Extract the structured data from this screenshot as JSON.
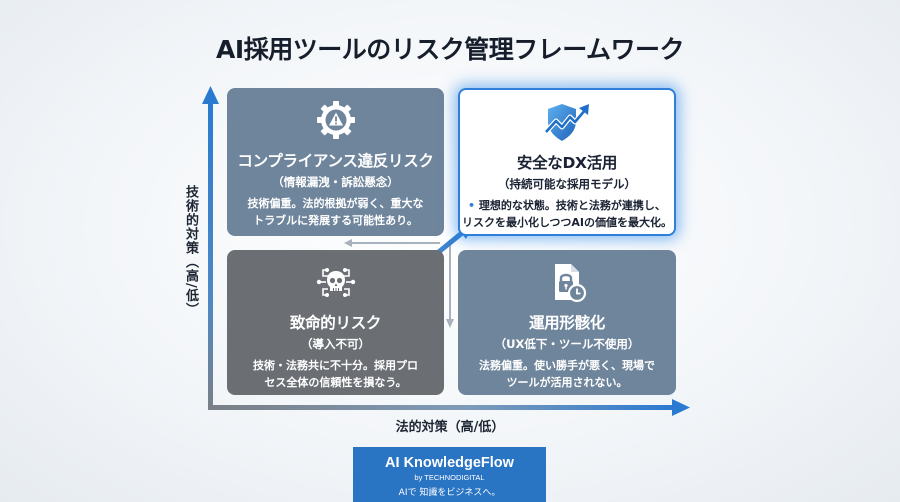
{
  "title": "AI採用ツールのリスク管理フレームワーク",
  "axes": {
    "y_label": "技術的対策（高/低）",
    "x_label": "法的対策（高/低）"
  },
  "quadrants": {
    "top_left": {
      "icon": "gear-warning-icon",
      "heading": "コンプライアンス違反リスク",
      "subheading": "（情報漏洩・訴訟懸念）",
      "desc_line1": "技術偏重。法的根拠が弱く、重大な",
      "desc_line2": "トラブルに発展する可能性あり。",
      "color": "#6f859c"
    },
    "top_right": {
      "icon": "shield-growth-icon",
      "heading": "安全なDX活用",
      "subheading": "（持続可能な採用モデル）",
      "bullet": "•",
      "desc_line1": "理想的な状態。技術と法務が連携し、",
      "desc_line2": "リスクを最小化しつつAIの価値を最大化。",
      "color": "#ffffff",
      "accent": "#2f7fd8"
    },
    "bottom_left": {
      "icon": "skull-network-icon",
      "heading": "致命的リスク",
      "subheading": "（導入不可）",
      "desc_line1": "技術・法務共に不十分。採用プロ",
      "desc_line2": "セス全体の信頼性を損なう。",
      "color": "#6b6f74"
    },
    "bottom_right": {
      "icon": "document-lock-clock-icon",
      "heading": "運用形骸化",
      "subheading": "（UX低下・ツール不使用）",
      "desc_line1": "法務偏重。使い勝手が悪く、現場で",
      "desc_line2": "ツールが活用されない。",
      "color": "#6f859c"
    }
  },
  "footer": {
    "brand": "AI KnowledgeFlow",
    "by": "by TECHNODIGITAL",
    "tagline": "AIで 知識をビジネスへ。",
    "color": "#2a74c4"
  }
}
